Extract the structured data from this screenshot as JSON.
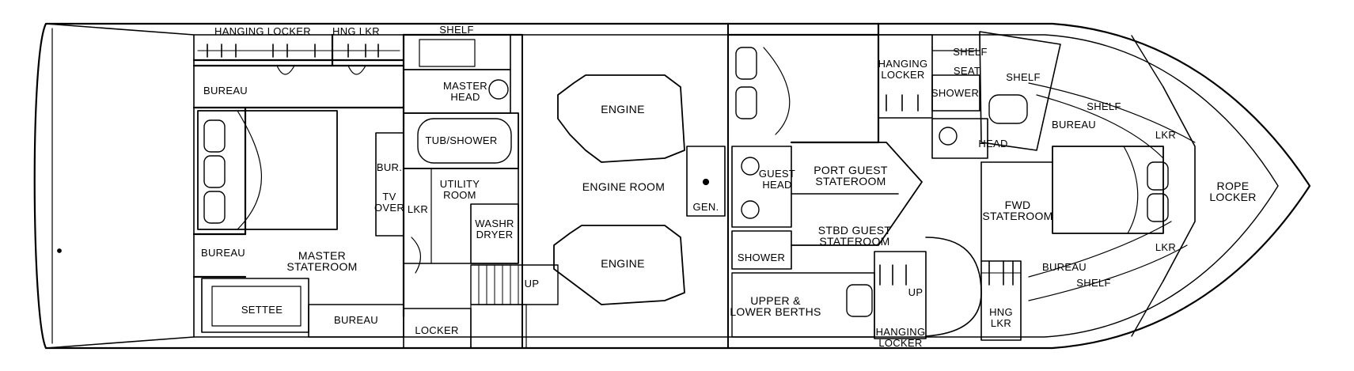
{
  "labels": {
    "hanging_locker_top": "HANGING LOCKER",
    "hng_lkr_top": "HNG LKR",
    "shelf_master_head": "SHELF",
    "bureau_upper_left": "BUREAU",
    "master_head": "MASTER\nHEAD",
    "tub_shower": "TUB/SHOWER",
    "bur": "BUR.",
    "tv_over": "TV\nOVER",
    "lkr_utility": "LKR",
    "utility_room": "UTILITY\nROOM",
    "washr_dryer": "WASHR\nDRYER",
    "bureau_lower_left": "BUREAU",
    "master_stateroom": "MASTER\nSTATEROOM",
    "settee": "SETTEE",
    "bureau_bottom": "BUREAU",
    "locker_bottom": "LOCKER",
    "up_aft_stairs": "UP",
    "engine_port": "ENGINE",
    "engine_room": "ENGINE ROOM",
    "engine_stbd": "ENGINE",
    "gen": "GEN.",
    "guest_head": "GUEST\nHEAD",
    "shower_guest": "SHOWER",
    "port_guest_stateroom": "PORT GUEST\nSTATEROOM",
    "stbd_guest_stateroom": "STBD GUEST\nSTATEROOM",
    "upper_lower_berths": "UPPER &\nLOWER BERTHS",
    "hanging_locker_mid": "HANGING\nLOCKER",
    "hanging_locker_bottom": "HANGING\nLOCKER",
    "up_fwd_stairs": "UP",
    "shelf_fwd_1": "SHELF",
    "seat": "SEAT",
    "shower_fwd": "SHOWER",
    "shelf_fwd_2": "SHELF",
    "shelf_fwd_3": "SHELF",
    "head_fwd": "HEAD",
    "bureau_fwd_upper": "BUREAU",
    "fwd_stateroom": "FWD\nSTATEROOM",
    "bureau_fwd_lower": "BUREAU",
    "shelf_fwd_lower": "SHELF",
    "hng_lkr_fwd": "HNG\nLKR",
    "lkr_fwd_upper": "LKR",
    "lkr_fwd_lower": "LKR",
    "rope_locker": "ROPE\nLOCKER"
  }
}
